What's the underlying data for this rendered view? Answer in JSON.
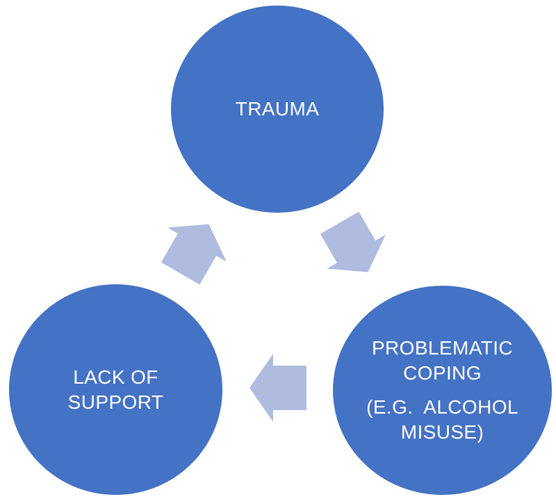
{
  "diagram": {
    "type": "cycle",
    "colors": {
      "node_fill": "#4472C4",
      "node_text": "#FFFFFF",
      "arrow_fill": "#AFBCE0",
      "background": "#FFFFFF"
    },
    "nodes": [
      {
        "id": "trauma",
        "label": "TRAUMA",
        "paragraphs": [
          [
            "TRAUMA"
          ]
        ]
      },
      {
        "id": "problematic-coping",
        "label": "PROBLEMATIC COPING (E.G. ALCOHOL MISUSE)",
        "paragraphs": [
          [
            "PROBLEMATIC",
            "COPING"
          ],
          [
            "(E.G.  ALCOHOL",
            "MISUSE)"
          ]
        ]
      },
      {
        "id": "lack-of-support",
        "label": "LACK OF SUPPORT",
        "paragraphs": [
          [
            "LACK OF",
            "SUPPORT"
          ]
        ]
      }
    ],
    "arrows": [
      {
        "from": "trauma",
        "to": "problematic-coping",
        "direction": "down-right"
      },
      {
        "from": "problematic-coping",
        "to": "lack-of-support",
        "direction": "left"
      },
      {
        "from": "lack-of-support",
        "to": "trauma",
        "direction": "up-right"
      }
    ]
  }
}
